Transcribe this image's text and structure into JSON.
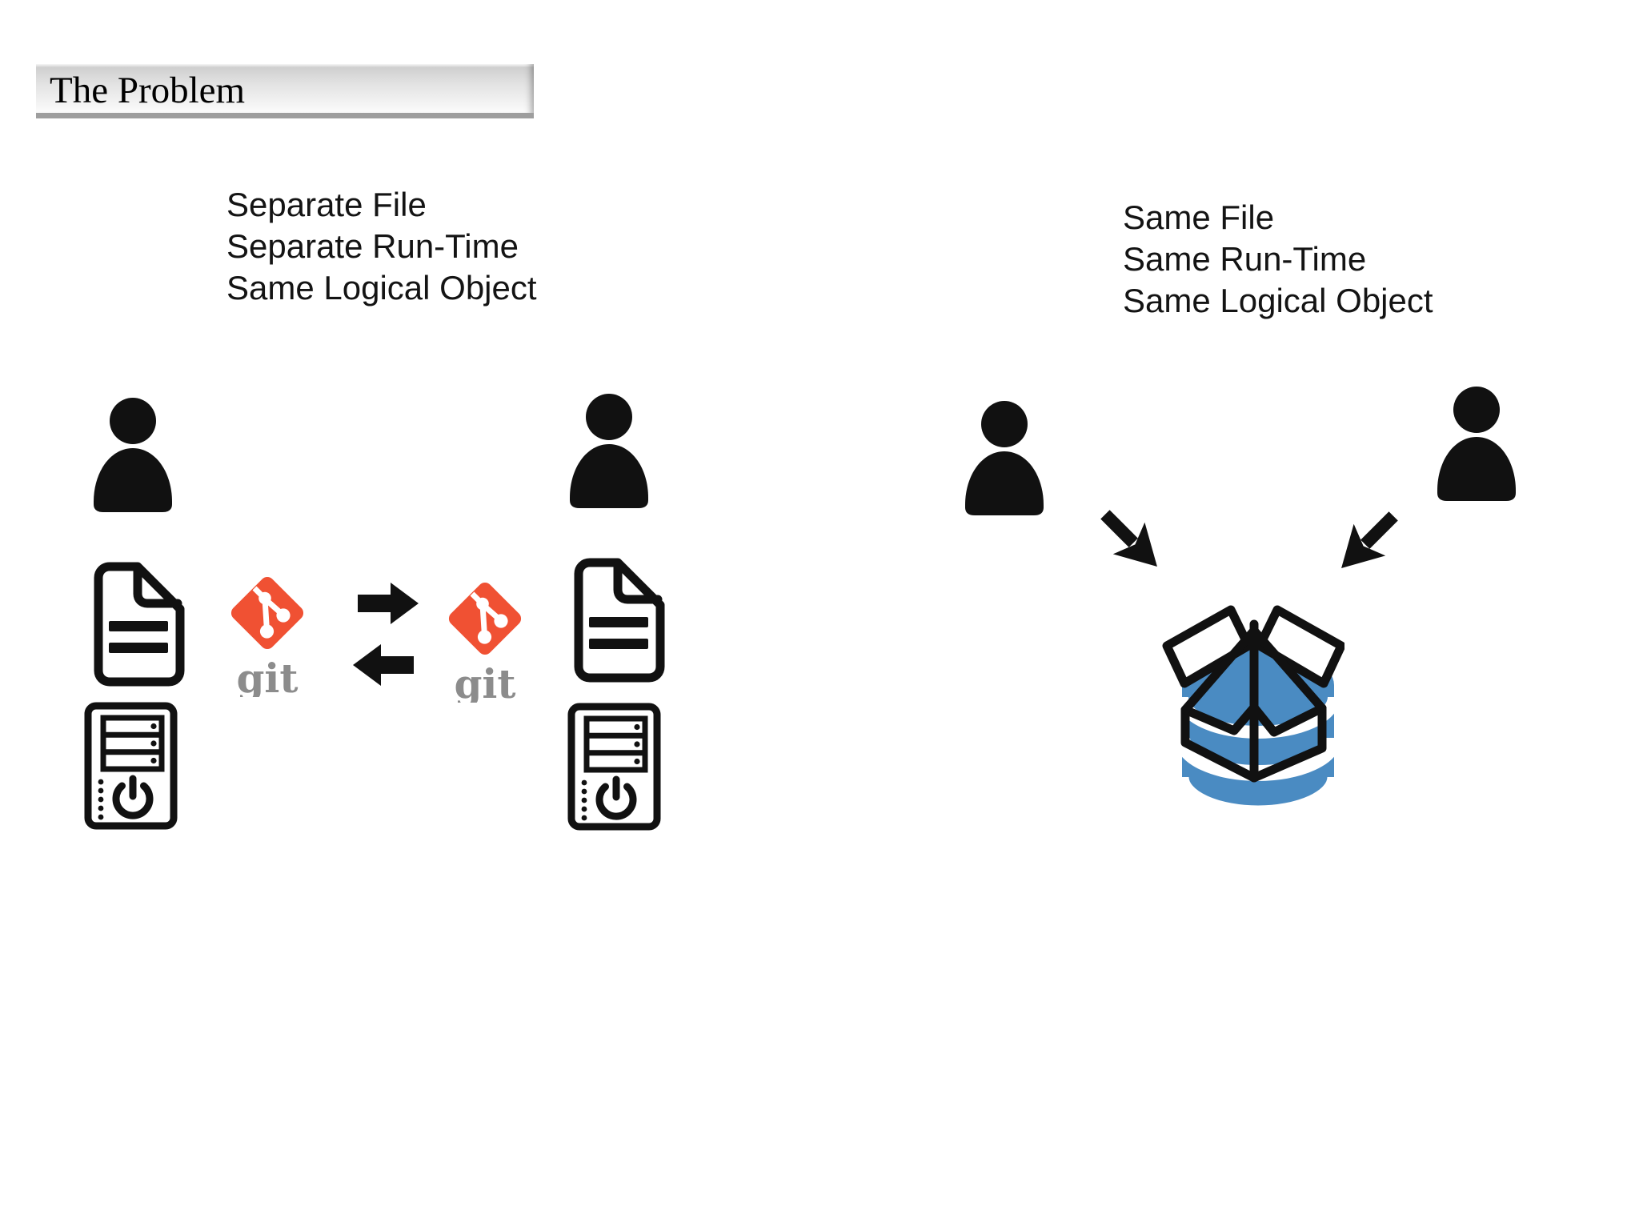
{
  "slide": {
    "title": "The Problem",
    "left_group": {
      "caption": [
        "Separate File",
        "Separate Run-Time",
        "Same Logical Object"
      ]
    },
    "right_group": {
      "caption": [
        "Same File",
        "Same Run-Time",
        "Same Logical Object"
      ]
    },
    "git_label": "git"
  },
  "colors": {
    "git_orange": "#F05133",
    "git_wordmark_gray": "#8C8C8C",
    "database_blue": "#4A8BC2",
    "icon_black": "#111111",
    "title_underline_gray": "#9E9E9E"
  }
}
